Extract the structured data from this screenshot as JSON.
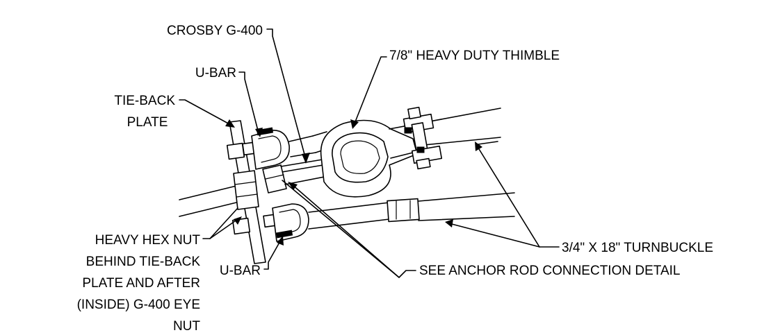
{
  "labels": {
    "crosby": "CROSBY G-400",
    "thimble": "7/8\" HEAVY DUTY THIMBLE",
    "ubar_top": "U-BAR",
    "tieback_1": "TIE-BACK",
    "tieback_2": "PLATE",
    "hexnut_1": "HEAVY HEX NUT",
    "hexnut_2": "BEHIND TIE-BACK",
    "hexnut_3": "PLATE AND AFTER",
    "hexnut_4": "(INSIDE) G-400 EYE",
    "hexnut_5": "NUT",
    "ubar_bottom": "U-BAR",
    "turnbuckle": "3/4\" X 18\" TURNBUCKLE",
    "anchor": "SEE ANCHOR ROD CONNECTION DETAIL"
  }
}
